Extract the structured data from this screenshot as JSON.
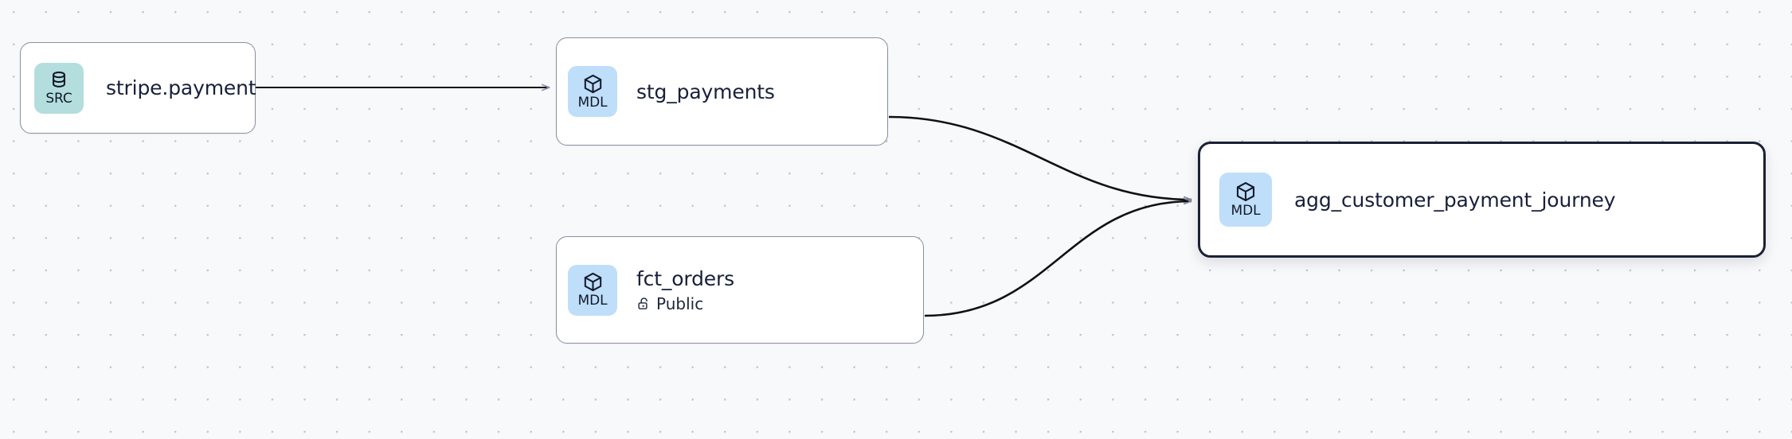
{
  "canvas": {
    "background_color": "#f7f9fb",
    "dot_color": "#c3c8d4",
    "edge_color": "#111111",
    "arrow_color": "#8a90a2"
  },
  "graph": {
    "nodes": [
      {
        "id": "stripe-payment",
        "title": "stripe.payment",
        "badge_label": "SRC",
        "badge_icon": "database-icon",
        "badge_color": "#b3dedd",
        "selected": false,
        "subtitle": null,
        "subtitle_icon": null
      },
      {
        "id": "stg-payments",
        "title": "stg_payments",
        "badge_label": "MDL",
        "badge_icon": "cube-icon",
        "badge_color": "#bfdefa",
        "selected": false,
        "subtitle": null,
        "subtitle_icon": null
      },
      {
        "id": "fct-orders",
        "title": "fct_orders",
        "badge_label": "MDL",
        "badge_icon": "cube-icon",
        "badge_color": "#bfdefa",
        "selected": false,
        "subtitle": "Public",
        "subtitle_icon": "unlock-icon"
      },
      {
        "id": "agg-customer-payment-journey",
        "title": "agg_customer_payment_journey",
        "badge_label": "MDL",
        "badge_icon": "cube-icon",
        "badge_color": "#bfdefa",
        "selected": true,
        "subtitle": null,
        "subtitle_icon": null
      }
    ],
    "edges": [
      {
        "from": "stripe-payment",
        "to": "stg-payments",
        "style": "straight"
      },
      {
        "from": "stg-payments",
        "to": "agg-customer-payment-journey",
        "style": "bezier"
      },
      {
        "from": "fct-orders",
        "to": "agg-customer-payment-journey",
        "style": "bezier"
      }
    ]
  }
}
